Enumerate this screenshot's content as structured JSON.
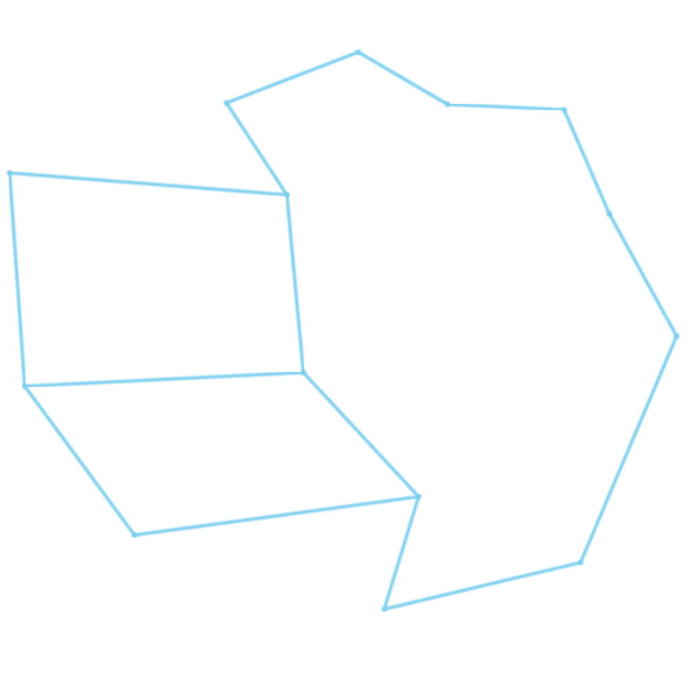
{
  "diagram": {
    "kind": "polygon-outline-network",
    "background_color": "#ffffff",
    "stroke_color": "#7fd0ef",
    "line_style": "dashed",
    "regions": [
      {
        "name": "upper-left-quadrilateral",
        "vertex_count": 4
      },
      {
        "name": "lower-left-quadrilateral",
        "vertex_count": 4
      },
      {
        "name": "right-polygon",
        "vertex_count": 10
      }
    ]
  }
}
